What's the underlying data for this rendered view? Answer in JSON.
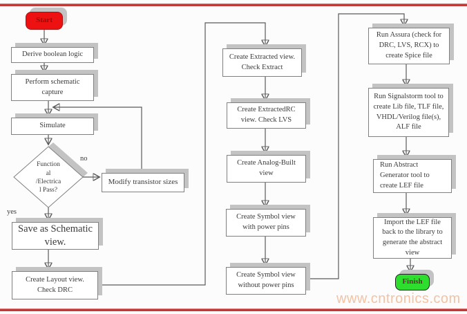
{
  "page": {
    "background_color": "#fcfcfc",
    "rule_color": "#c03a3a"
  },
  "watermark": {
    "text": "www.cntronics.com",
    "color": "#f3c2a2"
  },
  "flowchart": {
    "nodes": {
      "start": {
        "label": "Start",
        "fill": "#ee1111",
        "shape": "rounded"
      },
      "derive": {
        "label": "Derive boolean logic"
      },
      "perform": {
        "label": "Perform schematic capture"
      },
      "simulate": {
        "label": "Simulate"
      },
      "decision": {
        "lines": [
          "Function",
          "al",
          "/Electrica",
          "l Pass?"
        ],
        "shape": "diamond"
      },
      "modify": {
        "label": "Modify transistor sizes"
      },
      "save": {
        "label": "Save as Schematic view."
      },
      "layout": {
        "label": "Create Layout view. Check DRC"
      },
      "extract": {
        "label": "Create Extracted view. Check Extract"
      },
      "extractrc": {
        "label": "Create ExtractedRC view.  Check LVS"
      },
      "analog": {
        "label": "Create Analog-Built view"
      },
      "symwith": {
        "label": "Create Symbol view with  power pins"
      },
      "symwithout": {
        "label": "Create Symbol view without  power pins"
      },
      "assura": {
        "label": "Run Assura (check for DRC, LVS, RCX) to create Spice file"
      },
      "signal": {
        "label": "Run Signalstorm tool to create Lib file, TLF file,  VHDL/Verilog file(s),  ALF file"
      },
      "abstract": {
        "label": "Run Abstract Generator  tool to create LEF file"
      },
      "import": {
        "label": "Import the LEF file back to the library  to generate  the abstract view"
      },
      "finish": {
        "label": "Finish",
        "fill": "#2ede2e",
        "shape": "rounded"
      }
    },
    "edge_labels": {
      "no": "no",
      "yes": "yes"
    }
  }
}
